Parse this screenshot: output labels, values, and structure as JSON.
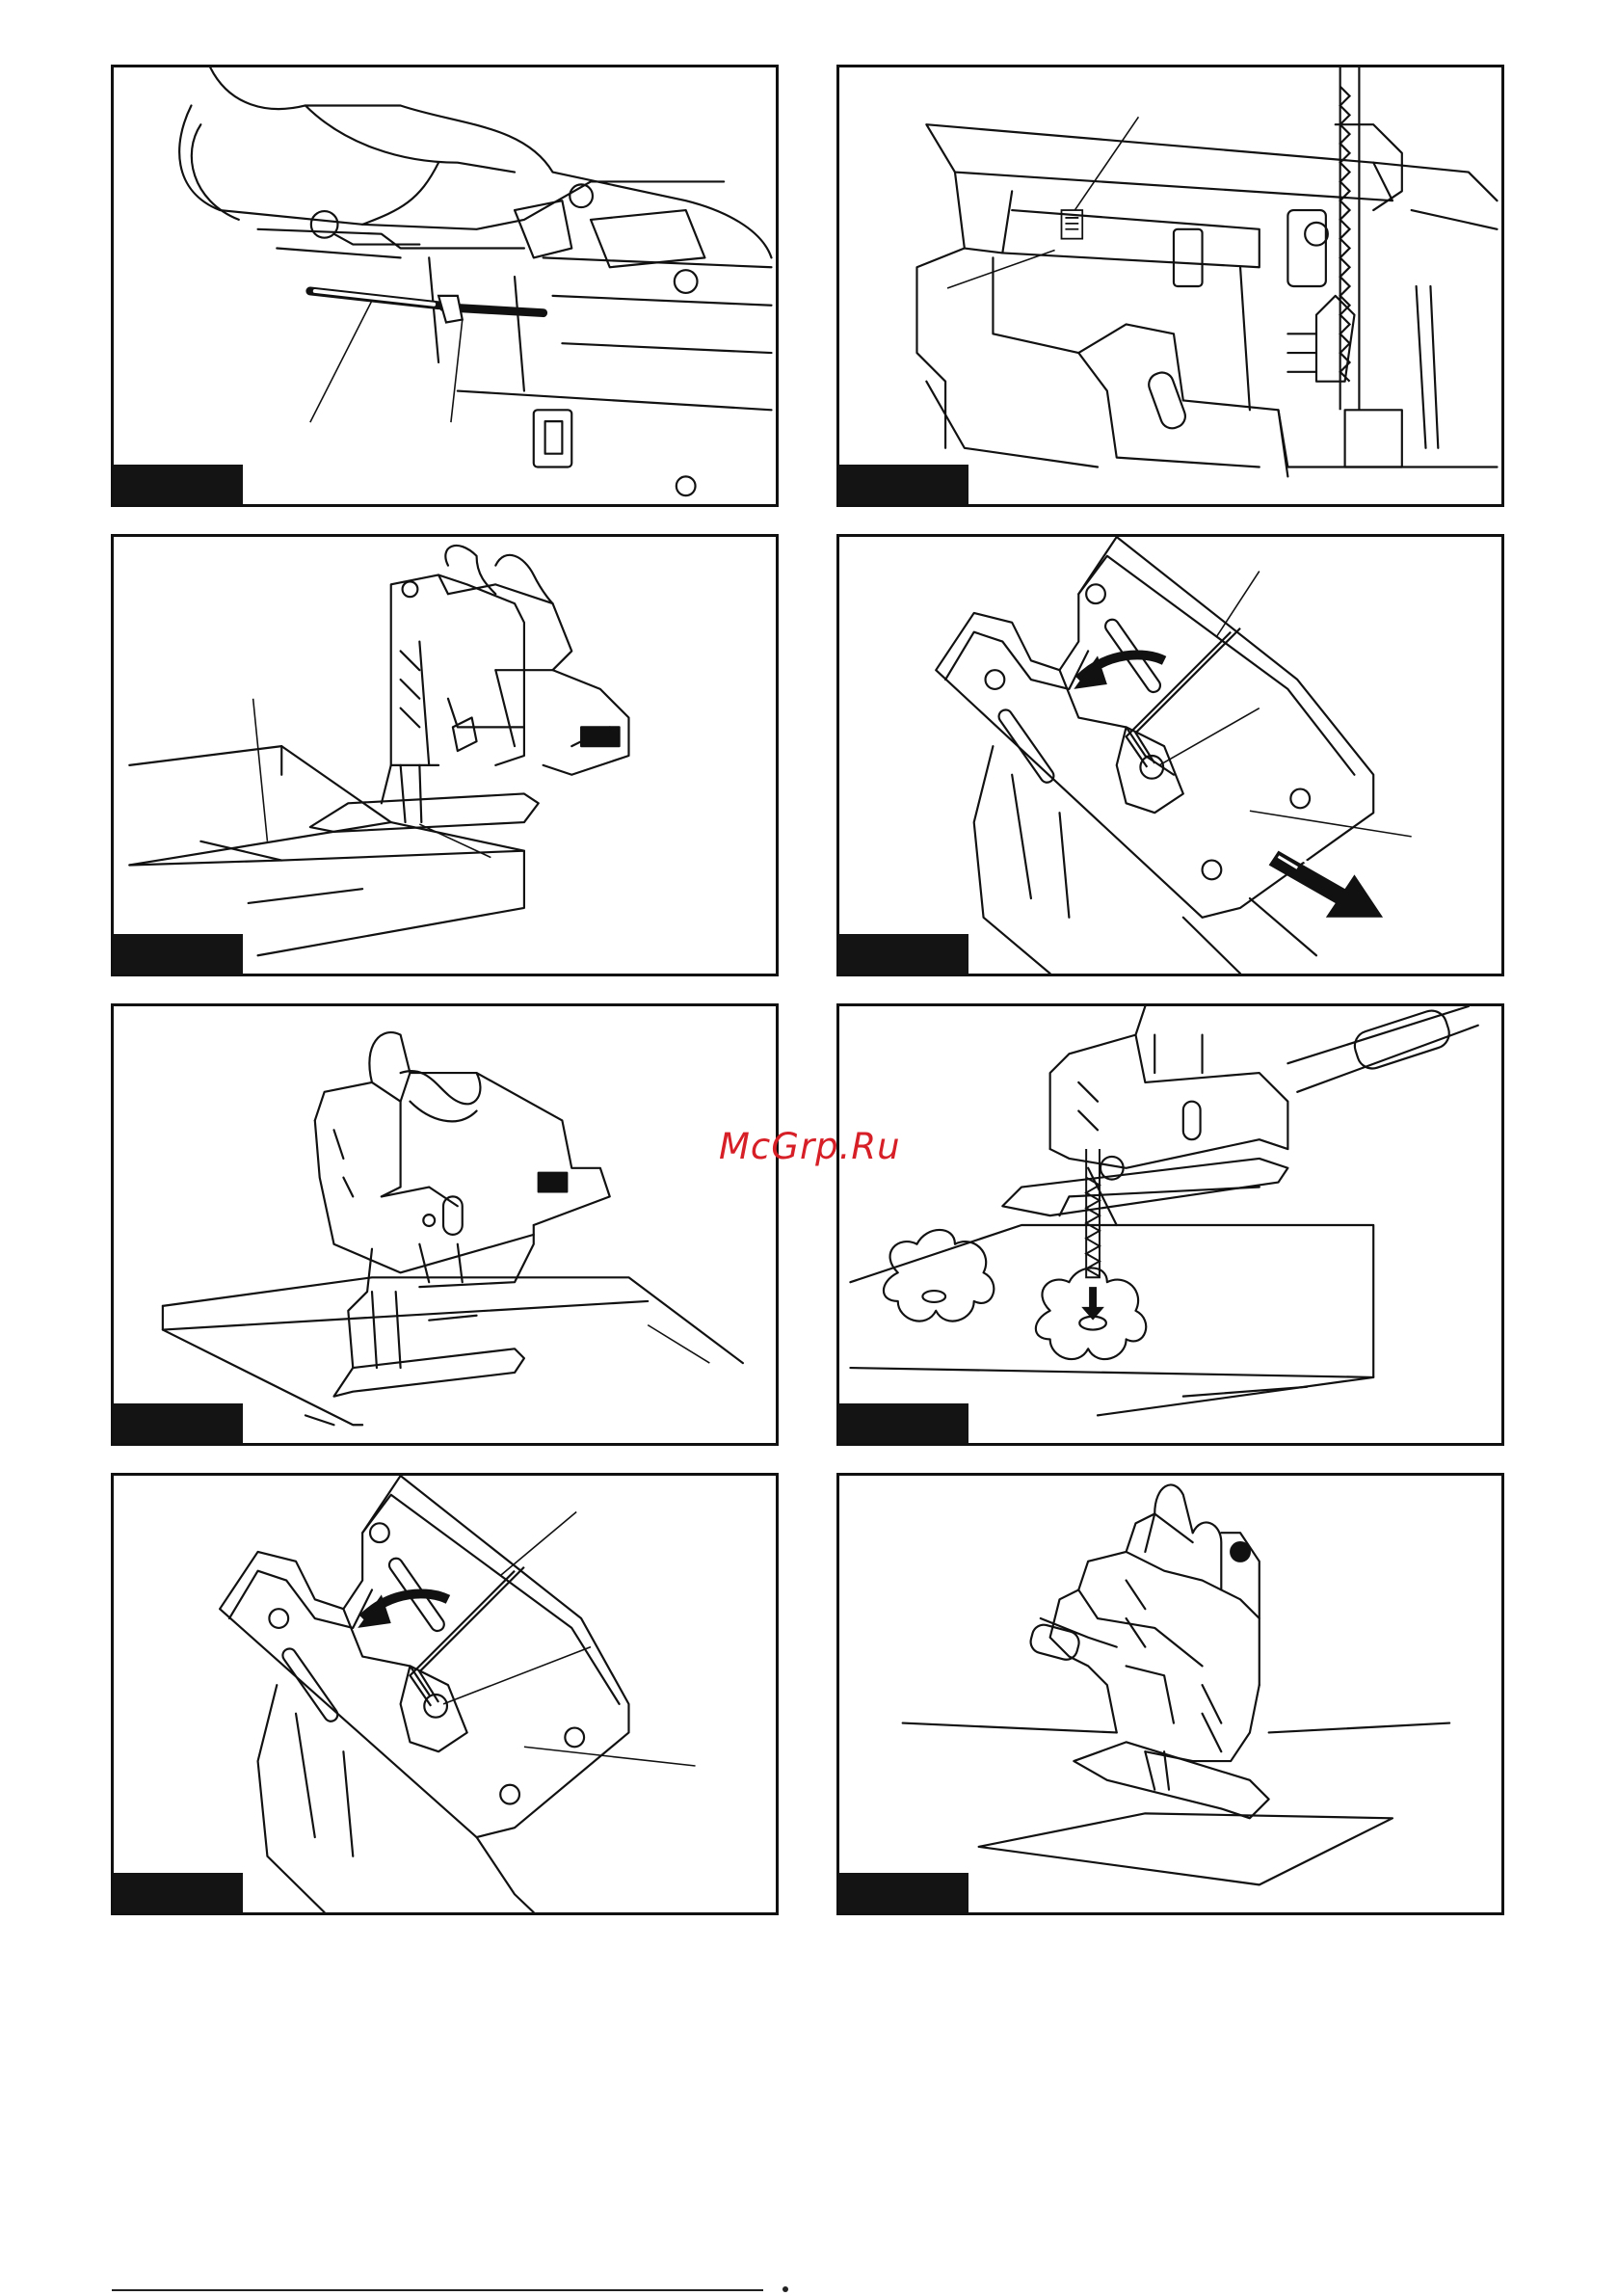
{
  "watermark": {
    "text": "McGrp.Ru",
    "color": "#d61f26"
  },
  "figures": [
    {
      "tag": "",
      "subject": "blade-holder-slot"
    },
    {
      "tag": "",
      "subject": "blade-clamp-detail"
    },
    {
      "tag": "",
      "subject": "jigsaw-on-workpiece-straight-cut"
    },
    {
      "tag": "",
      "subject": "base-adjust-hex-wrench"
    },
    {
      "tag": "",
      "subject": "jigsaw-hand-operation"
    },
    {
      "tag": "",
      "subject": "plunge-hole-cutting"
    },
    {
      "tag": "",
      "subject": "base-adjust-hex-wrench-alt"
    },
    {
      "tag": "",
      "subject": "jigsaw-bevel-cut"
    }
  ]
}
